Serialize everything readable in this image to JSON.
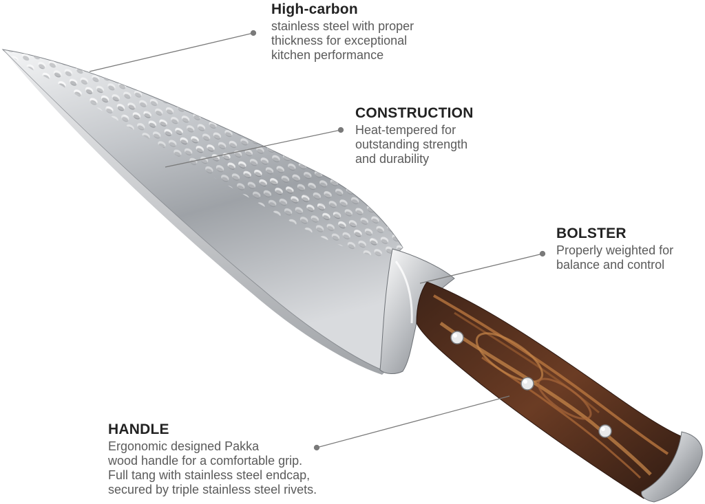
{
  "callouts": [
    {
      "title": "High-carbon",
      "text": "stainless steel with proper\nthickness for exceptional\nkitchen performance"
    },
    {
      "title": "CONSTRUCTION",
      "text": "Heat-tempered for\noutstanding strength\nand durability"
    },
    {
      "title": "BOLSTER",
      "text": "Properly weighted for\nbalance and control"
    },
    {
      "title": "HANDLE",
      "text": "Ergonomic designed Pakka\nwood handle for a comfortable grip.\nFull tang with stainless steel endcap,\nsecured by triple stainless steel rivets."
    }
  ],
  "colors": {
    "blade": "#c9ccd0",
    "blade_dark": "#8d9196",
    "handle_wood": "#5a3422",
    "handle_grain": "#b8753f",
    "leader_line": "#7a7a7a",
    "title": "#222222",
    "body_text": "#5a5a5a"
  }
}
